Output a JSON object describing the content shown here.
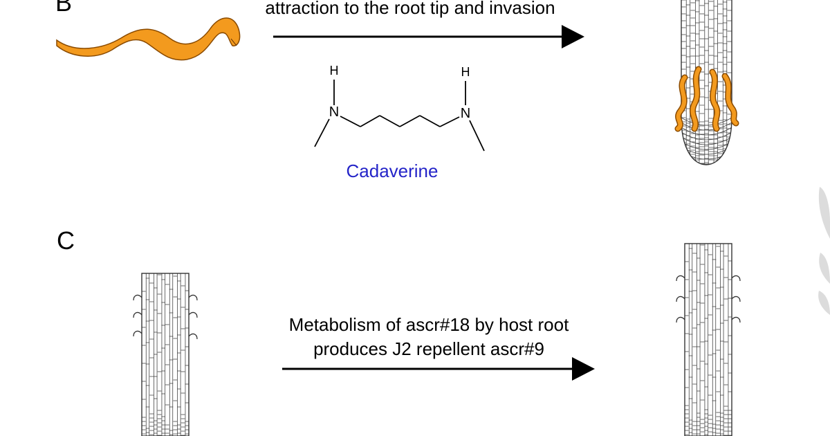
{
  "panel_b": {
    "letter": "B",
    "arrow_text": "attraction to  the root tip and invasion",
    "molecule": {
      "name": "Cadaverine",
      "atom_n1": "N",
      "atom_n2": "N",
      "atom_h1": "H",
      "atom_h2": "H"
    }
  },
  "panel_c": {
    "letter": "C",
    "arrow_text_line1": "Metabolism of ascr#18 by host root",
    "arrow_text_line2": "produces J2 repellent ascr#9"
  },
  "colors": {
    "worm_fill": "#f39a1e",
    "worm_stroke": "#8a4a00",
    "molecule_name": "#2424c8",
    "line": "#000000",
    "grid": "#444444",
    "watermark": "#d9d9d9"
  }
}
